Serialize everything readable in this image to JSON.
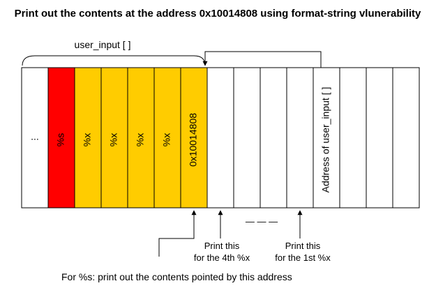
{
  "title": "Print out the contents at the address 0x10014808 using format-string vlunerability",
  "buffer_label": "user_input [ ]",
  "colors": {
    "red": "#ff0000",
    "yellow": "#ffcc00",
    "white": "#ffffff",
    "line": "#000000"
  },
  "cells": [
    {
      "label": "...",
      "fill": "white",
      "vertical": false
    },
    {
      "label": "%s",
      "fill": "red",
      "vertical": true
    },
    {
      "label": "%x",
      "fill": "yellow",
      "vertical": true
    },
    {
      "label": "%x",
      "fill": "yellow",
      "vertical": true
    },
    {
      "label": "%x",
      "fill": "yellow",
      "vertical": true
    },
    {
      "label": "%x",
      "fill": "yellow",
      "vertical": true
    },
    {
      "label": "0x10014808",
      "fill": "yellow",
      "vertical": true
    },
    {
      "label": "",
      "fill": "white",
      "vertical": false
    },
    {
      "label": "",
      "fill": "white",
      "vertical": false
    },
    {
      "label": "",
      "fill": "white",
      "vertical": false
    },
    {
      "label": "",
      "fill": "white",
      "vertical": false
    },
    {
      "label": "Address of user_input [ ]",
      "fill": "white",
      "vertical": true
    },
    {
      "label": "",
      "fill": "white",
      "vertical": false
    },
    {
      "label": "",
      "fill": "white",
      "vertical": false
    },
    {
      "label": "",
      "fill": "white",
      "vertical": false
    }
  ],
  "annotations": {
    "fourth": [
      "Print this",
      "for the 4th %x"
    ],
    "first": [
      "Print this",
      "for the 1st %x"
    ],
    "ellipsis": "— — —",
    "footer": "For %s: print out the contents pointed by this address"
  }
}
